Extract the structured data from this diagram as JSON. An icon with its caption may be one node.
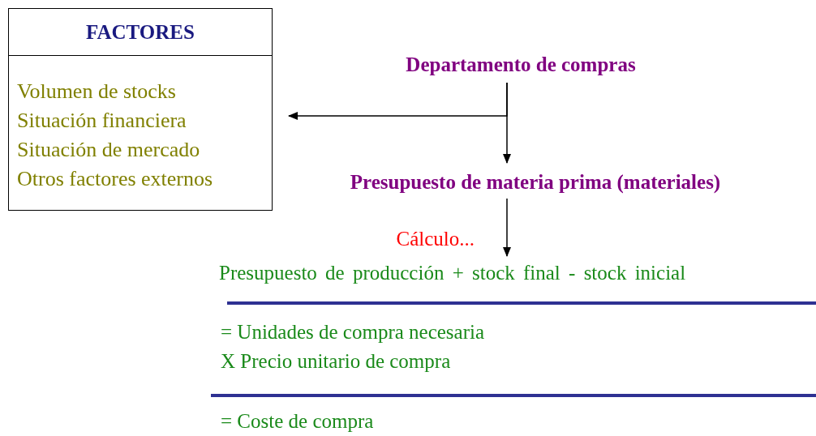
{
  "diagram": {
    "nodes": [
      {
        "text": [
          "FACTORES",
          "Volumen de stocks",
          "Situación financiera",
          "Situación de mercado",
          "Otros factores externos"
        ]
      },
      {
        "text": [
          "Departamento de compras"
        ]
      },
      {
        "text": [
          "Presupuesto de materia prima (materiales)"
        ]
      },
      {
        "text": [
          "Presupuesto de producción + stock final - stock inicial"
        ]
      }
    ],
    "edges": [
      {
        "from": 1,
        "to": 0,
        "arrow": "to"
      },
      {
        "from": 1,
        "to": 2,
        "arrow": "to"
      },
      {
        "from": 2,
        "to": 3,
        "arrow": "to",
        "label": "Cálculo..."
      }
    ],
    "labels": [
      "= Unidades de compra necesaria",
      "X Precio unitario de compra",
      "= Coste de compra"
    ]
  }
}
